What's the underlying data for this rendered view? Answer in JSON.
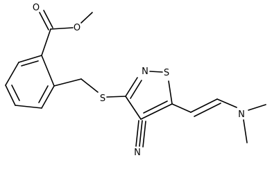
{
  "atom_labels": {
    "carbonyl_o": "O",
    "ester_o": "O",
    "thioether_s": "S",
    "ring_n": "N",
    "ring_s": "S",
    "nitrile_n": "N",
    "amine_n": "N"
  }
}
